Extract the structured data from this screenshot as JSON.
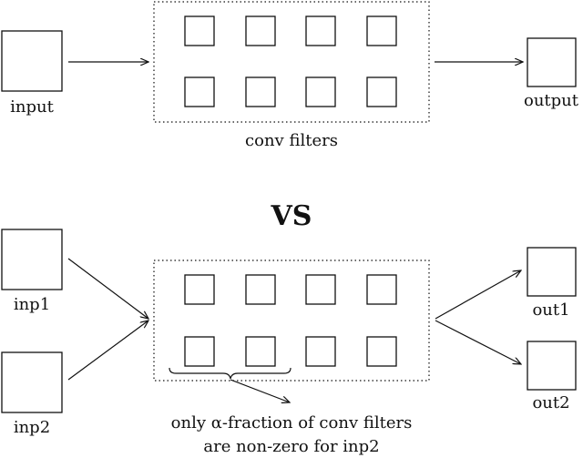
{
  "top": {
    "input_label": "input",
    "filters_label": "conv filters",
    "output_label": "output"
  },
  "separator_label": "VS",
  "bottom": {
    "input1_label": "inp1",
    "input2_label": "inp2",
    "output1_label": "out1",
    "output2_label": "out2",
    "annotation_line1": "only α-fraction of conv filters",
    "annotation_line2": "are non-zero for inp2"
  }
}
